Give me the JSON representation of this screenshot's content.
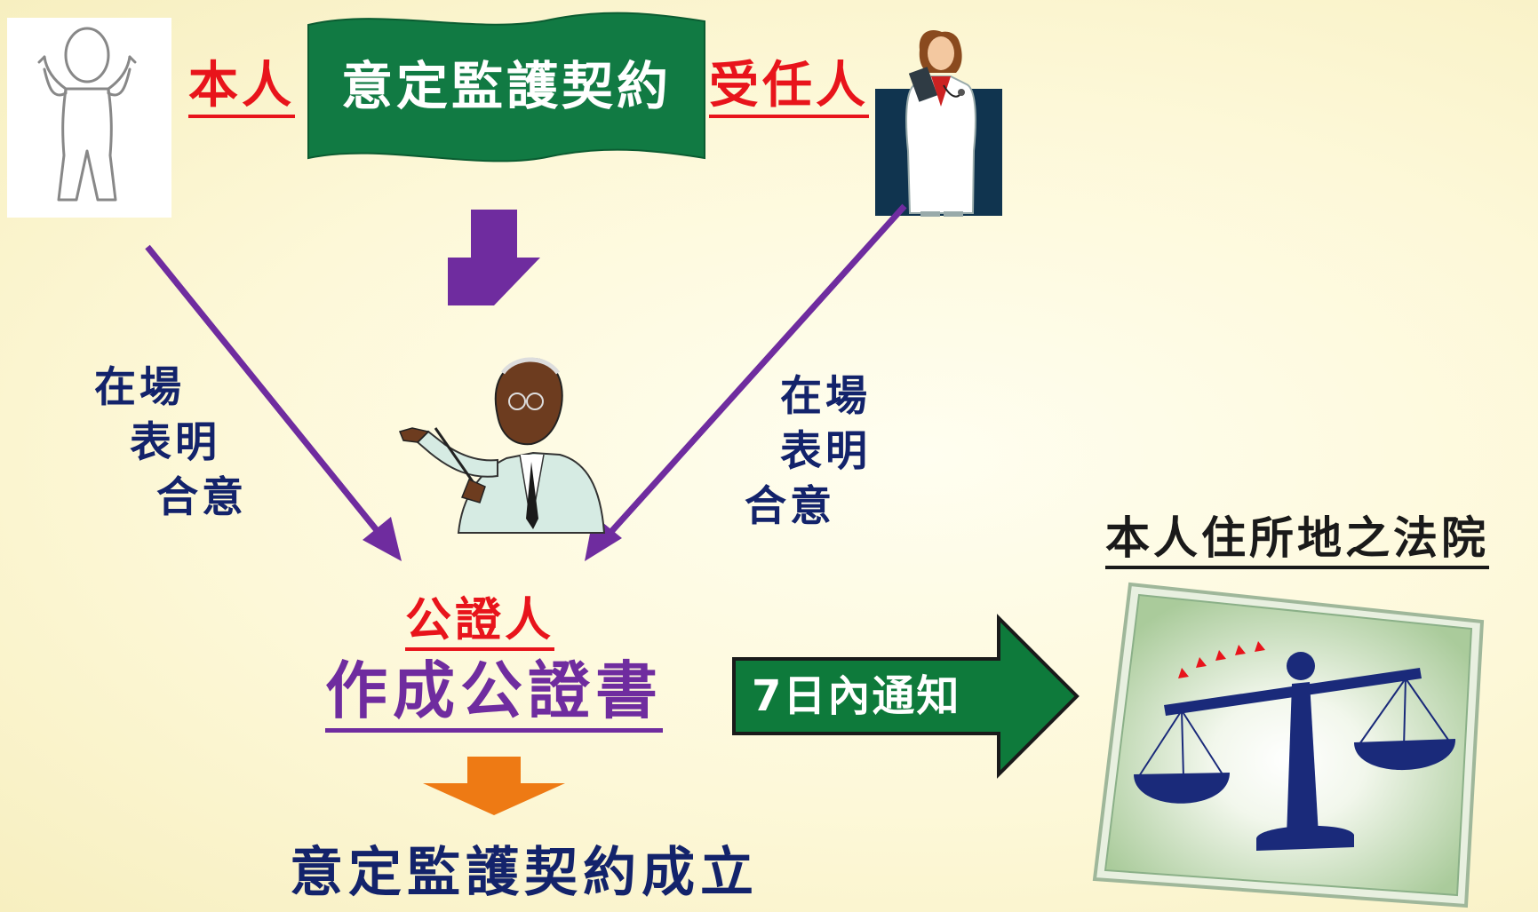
{
  "contract_banner": {
    "text": "意定監護契約"
  },
  "principal": {
    "label": "本人",
    "icon": "person-icon"
  },
  "agent": {
    "label": "受任人",
    "icon": "doctor-icon"
  },
  "notary": {
    "label": "公證人",
    "icon": "notary-icon",
    "action": "作成公證書"
  },
  "left_side_text": {
    "line1": "在場",
    "line2": "表明",
    "line3": "合意"
  },
  "right_side_text": {
    "line1": "在場",
    "line2": "表明",
    "line3": "合意"
  },
  "notify_arrow": {
    "text": "7日內通知"
  },
  "court": {
    "label": "本人住所地之法院",
    "icon": "scales-of-justice-icon"
  },
  "result": {
    "text": "意定監護契約成立"
  },
  "colors": {
    "banner_green": "#117a43",
    "arrow_purple": "#6f2c9f",
    "arrow_orange": "#ee7a14",
    "label_red": "#e8141b",
    "text_navy": "#13236b",
    "notify_green": "#0e7a3b"
  }
}
